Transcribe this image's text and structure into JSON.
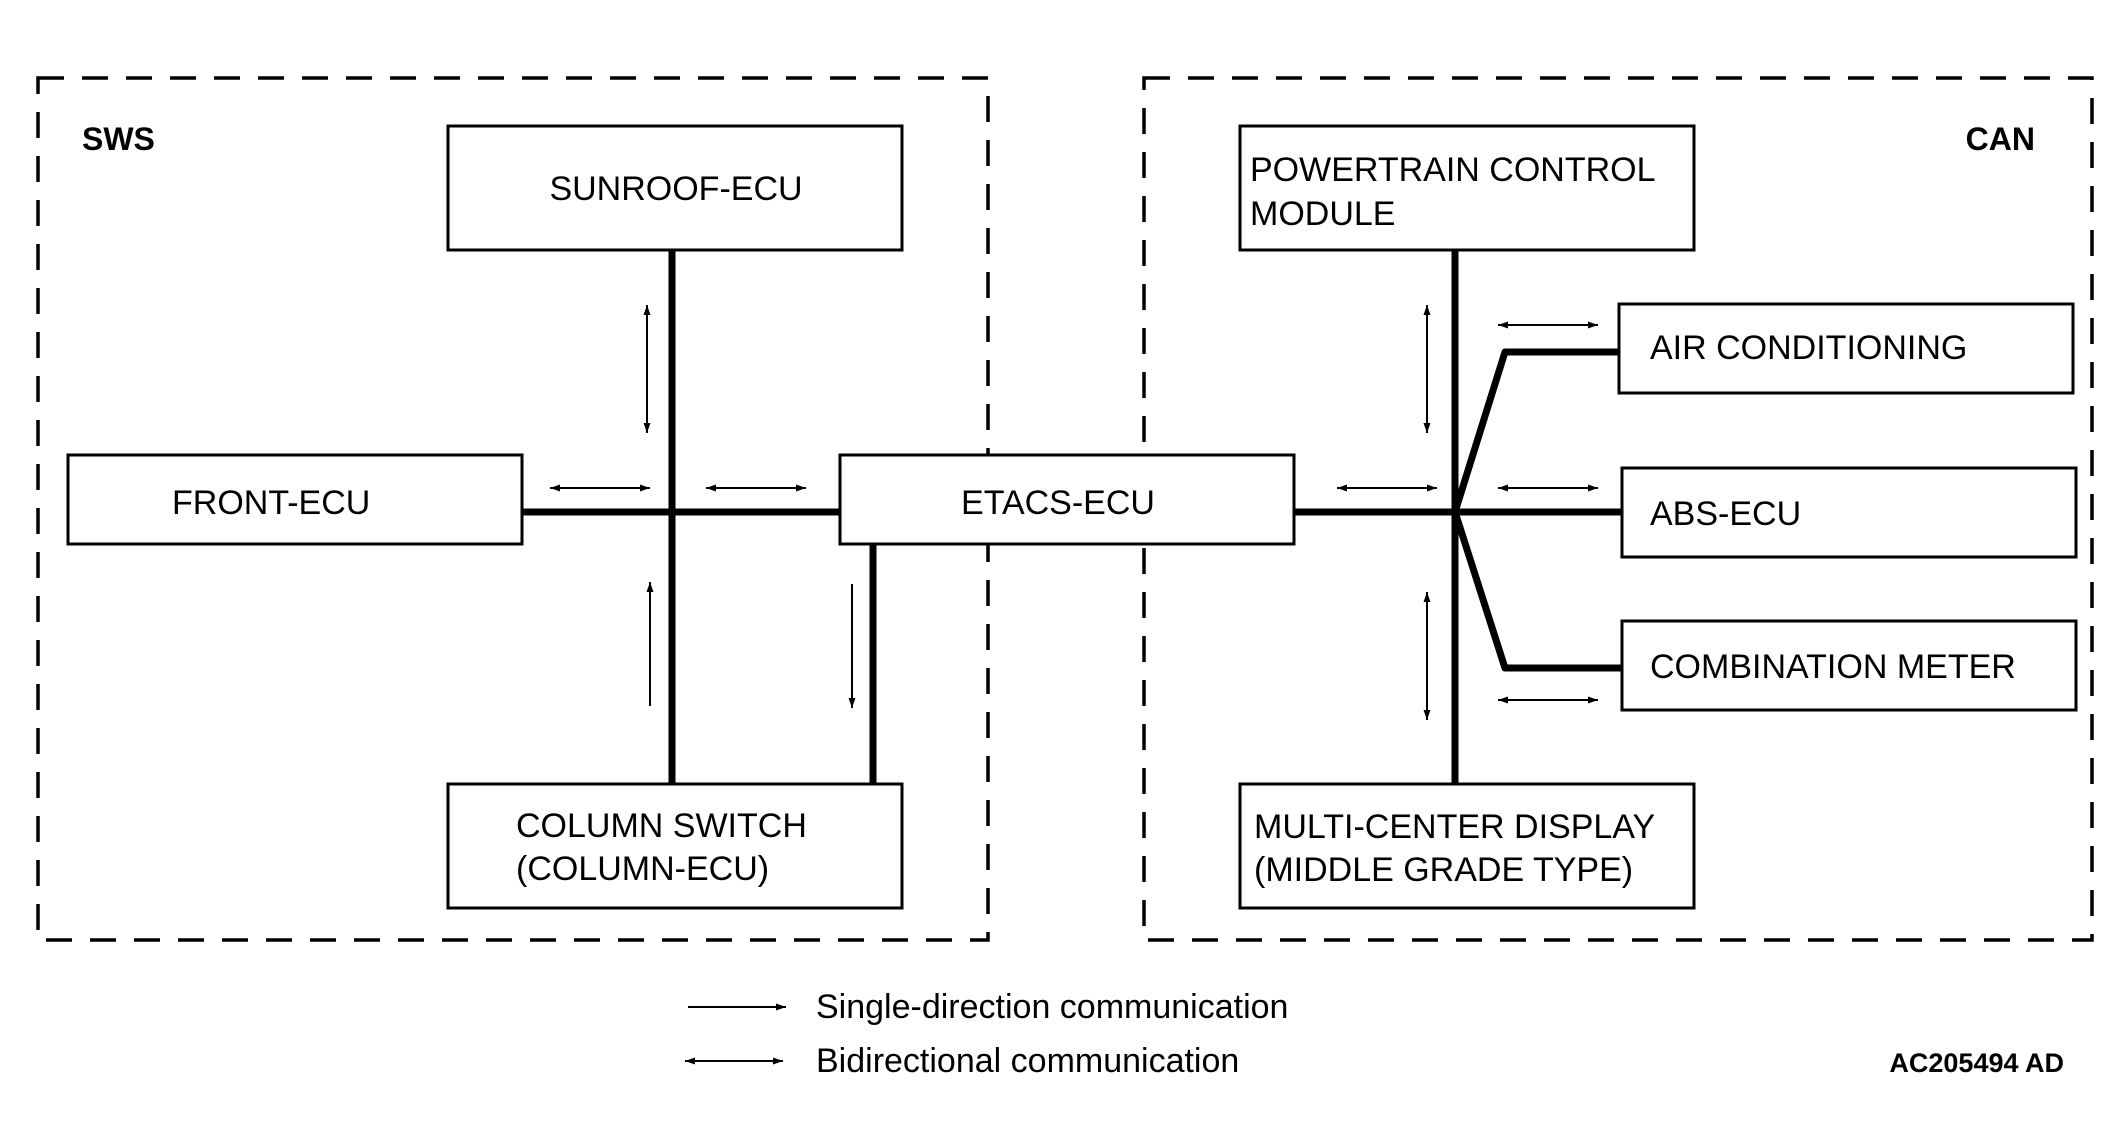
{
  "regions": {
    "sws": "SWS",
    "can": "CAN"
  },
  "nodes": {
    "sunroof_ecu": [
      "SUNROOF-ECU"
    ],
    "front_ecu": [
      "FRONT-ECU"
    ],
    "column_switch": [
      "COLUMN SWITCH",
      "(COLUMN-ECU)"
    ],
    "etacs_ecu": [
      "ETACS-ECU"
    ],
    "powertrain": [
      "POWERTRAIN CONTROL",
      "MODULE"
    ],
    "air_conditioning": [
      "AIR CONDITIONING"
    ],
    "abs_ecu": [
      "ABS-ECU"
    ],
    "combination_meter": [
      "COMBINATION METER"
    ],
    "multi_center_display": [
      "MULTI-CENTER DISPLAY",
      "(MIDDLE GRADE TYPE)"
    ]
  },
  "links": [
    {
      "from": "sunroof_ecu",
      "to": "etacs_ecu",
      "type": "bidirectional"
    },
    {
      "from": "front_ecu",
      "to": "etacs_ecu",
      "type": "bidirectional"
    },
    {
      "from": "column_switch",
      "to": "etacs_ecu",
      "type": "single-direction"
    },
    {
      "from": "etacs_ecu",
      "to": "column_switch",
      "type": "single-direction"
    },
    {
      "from": "etacs_ecu",
      "to": "can_bus",
      "type": "bidirectional"
    },
    {
      "from": "powertrain",
      "to": "can_bus",
      "type": "bidirectional"
    },
    {
      "from": "air_conditioning",
      "to": "can_bus",
      "type": "bidirectional"
    },
    {
      "from": "abs_ecu",
      "to": "can_bus",
      "type": "bidirectional"
    },
    {
      "from": "combination_meter",
      "to": "can_bus",
      "type": "bidirectional"
    },
    {
      "from": "multi_center_display",
      "to": "can_bus",
      "type": "bidirectional"
    }
  ],
  "legend": {
    "single": "Single-direction communication",
    "bidirectional": "Bidirectional communication"
  },
  "figure_id": "AC205494 AD"
}
